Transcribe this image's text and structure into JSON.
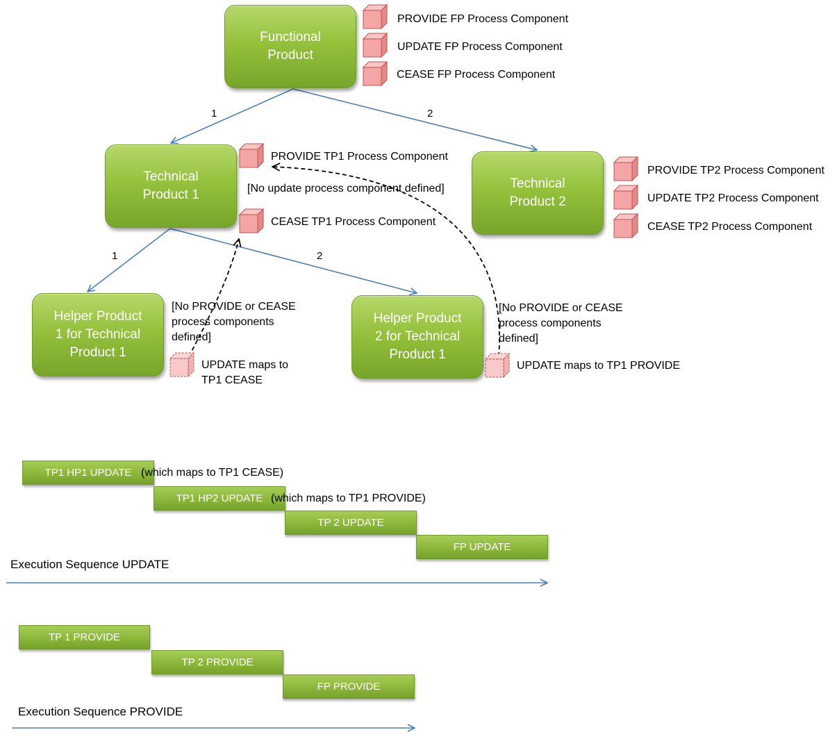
{
  "nodes": {
    "fp": "Functional\nProduct",
    "tp1": "Technical\nProduct  1",
    "tp2": "Technical\nProduct 2",
    "hp1": "Helper Product\n1 for Technical\nProduct 1",
    "hp2": "Helper Product\n2 for Technical\nProduct 1"
  },
  "components": {
    "fp_provide": "PROVIDE FP Process Component",
    "fp_update": "UPDATE FP Process Component",
    "fp_cease": "CEASE FP Process Component",
    "tp1_provide": "PROVIDE TP1 Process Component",
    "tp1_no_update": "[No update process component defined]",
    "tp1_cease": "CEASE TP1 Process Component",
    "tp2_provide": "PROVIDE TP2 Process Component",
    "tp2_update": "UPDATE TP2 Process Component",
    "tp2_cease": "CEASE TP2 Process Component",
    "hp1_none": "[No PROVIDE or CEASE\nprocess components\ndefined]",
    "hp1_update": "UPDATE maps to\nTP1 CEASE",
    "hp2_none": "[No PROVIDE or CEASE\nprocess components\ndefined]",
    "hp2_update": "UPDATE maps to TP1 PROVIDE"
  },
  "edge_labels": {
    "fp_tp1": "1",
    "fp_tp2": "2",
    "tp1_hp1": "1",
    "tp1_hp2": "2"
  },
  "update_sequence": {
    "title": "Execution Sequence UPDATE",
    "steps": [
      {
        "label": "TP1 HP1 UPDATE",
        "note": "(which maps to TP1 CEASE)"
      },
      {
        "label": "TP1 HP2 UPDATE",
        "note": "(which maps to TP1 PROVIDE)"
      },
      {
        "label": "TP 2 UPDATE",
        "note": ""
      },
      {
        "label": "FP UPDATE",
        "note": ""
      }
    ]
  },
  "provide_sequence": {
    "title": "Execution Sequence PROVIDE",
    "steps": [
      {
        "label": "TP 1 PROVIDE"
      },
      {
        "label": "TP 2 PROVIDE"
      },
      {
        "label": "FP PROVIDE"
      }
    ]
  },
  "colors": {
    "node_green": "#8dbb3a",
    "arrow_blue": "#4a7ebb",
    "cube_fill": "#f4a6a6",
    "cube_stroke": "#c0504d"
  }
}
